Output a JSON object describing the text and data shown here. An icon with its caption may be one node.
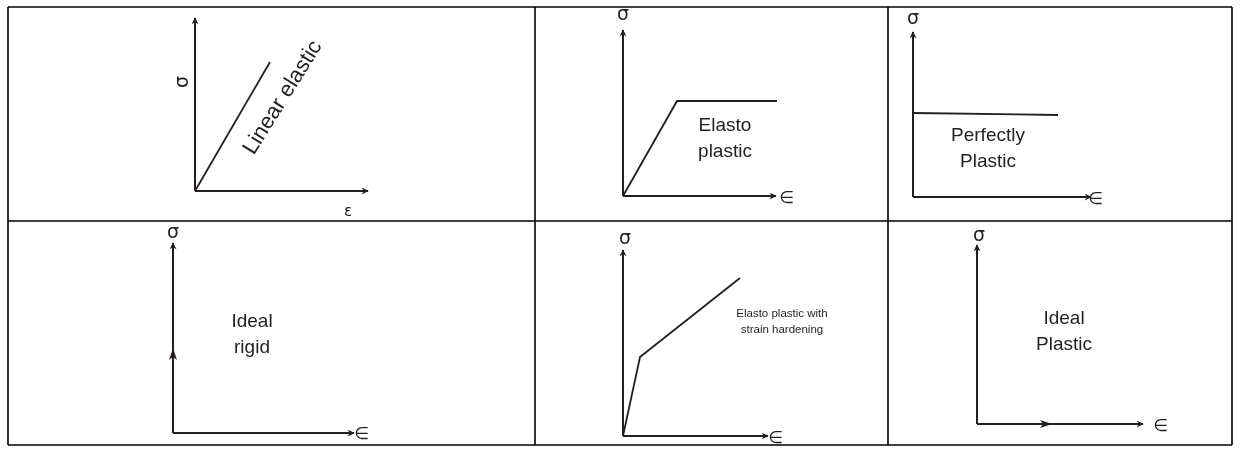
{
  "diagram": {
    "labels": [
      "σ",
      "Linear elastic",
      "ε",
      "σ",
      "Elasto plastic",
      "∈",
      "σ",
      "Perfectly Plastic",
      "∈",
      "σ",
      "Ideal rigid",
      "∈",
      "σ",
      "Elasto plastic with strain hardening",
      "∈",
      "σ",
      "Ideal Plastic",
      "∈"
    ]
  }
}
